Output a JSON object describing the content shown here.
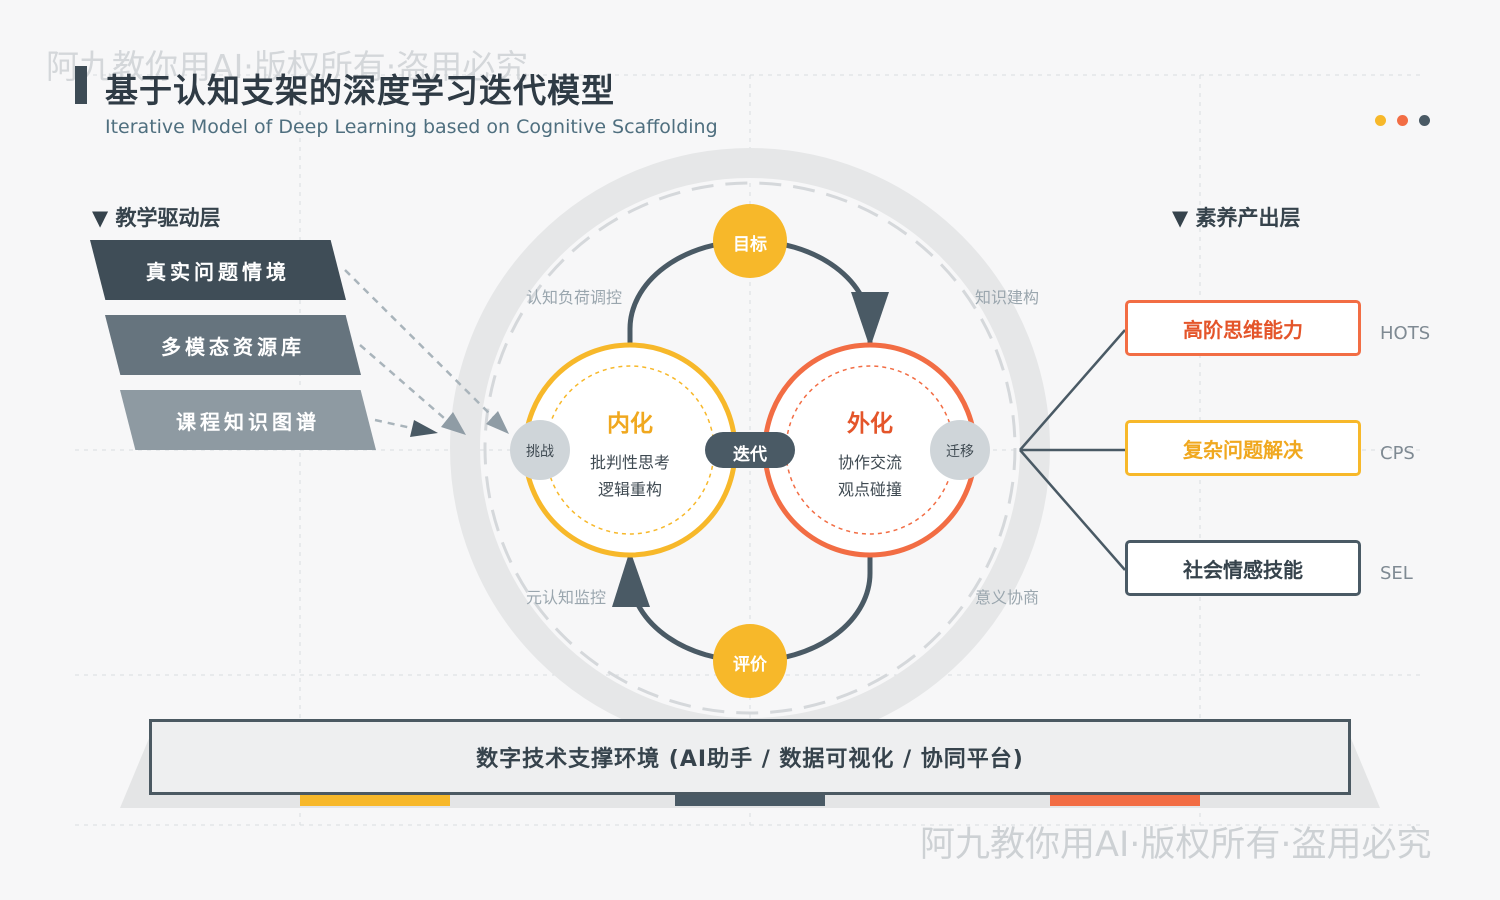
{
  "header": {
    "title": "基于认知支架的深度学习迭代模型",
    "subtitle": "Iterative Model of Deep Learning based on Cognitive Scaffolding",
    "watermark": "阿九教你用AI·版权所有·盗用必究"
  },
  "colors": {
    "yellow": "#f7b82a",
    "orange": "#f26d44",
    "slate": "#4a5a65",
    "light_gray": "#e6e7e8"
  },
  "left_layer": {
    "title": "▼ 教学驱动层",
    "items": [
      "真实问题情境",
      "多模态资源库",
      "课程知识图谱"
    ]
  },
  "right_layer": {
    "title": "▼ 素养产出层",
    "items": [
      {
        "label": "高阶思维能力",
        "code": "HOTS"
      },
      {
        "label": "复杂问题解决",
        "code": "CPS"
      },
      {
        "label": "社会情感技能",
        "code": "SEL"
      }
    ]
  },
  "cycle": {
    "top": "目标",
    "bottom": "评价",
    "middle": "迭代",
    "left_node": "挑战",
    "right_node": "迁移",
    "internal": {
      "title": "内化",
      "line1": "批判性思考",
      "line2": "逻辑重构"
    },
    "external": {
      "title": "外化",
      "line1": "协作交流",
      "line2": "观点碰撞"
    },
    "captions": {
      "top_left": "认知负荷调控",
      "top_right": "知识建构",
      "bottom_left": "元认知监控",
      "bottom_right": "意义协商"
    }
  },
  "platform": {
    "label": "数字技术支撑环境 (AI助手 / 数据可视化 / 协同平台)"
  }
}
